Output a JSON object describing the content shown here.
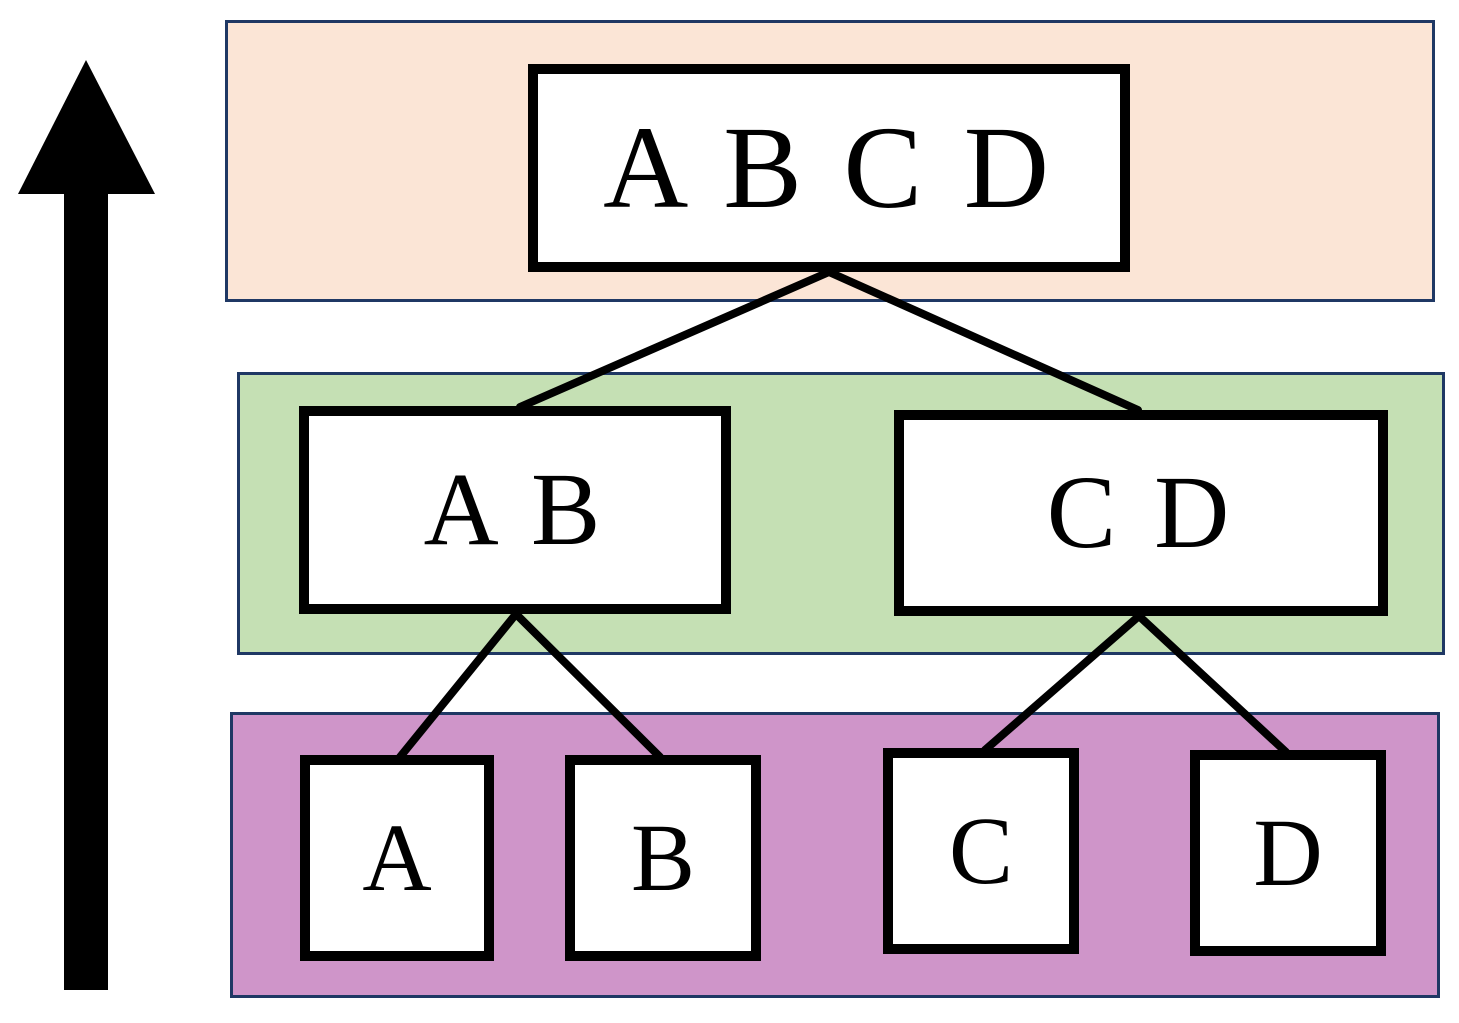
{
  "colors": {
    "top_band": "#fbe5d6",
    "middle_band": "#c5e0b4",
    "bottom_band": "#cf95c9",
    "band_border": "#1f3864",
    "node_border": "#000000",
    "arrow": "#000000"
  },
  "nodes": {
    "abcd": "A B C D",
    "ab": "A B",
    "cd": "C D",
    "a": "A",
    "b": "B",
    "c": "C",
    "d": "D"
  },
  "edges": [
    [
      "abcd",
      "ab"
    ],
    [
      "abcd",
      "cd"
    ],
    [
      "ab",
      "a"
    ],
    [
      "ab",
      "b"
    ],
    [
      "cd",
      "c"
    ],
    [
      "cd",
      "d"
    ]
  ],
  "arrow_direction": "up"
}
